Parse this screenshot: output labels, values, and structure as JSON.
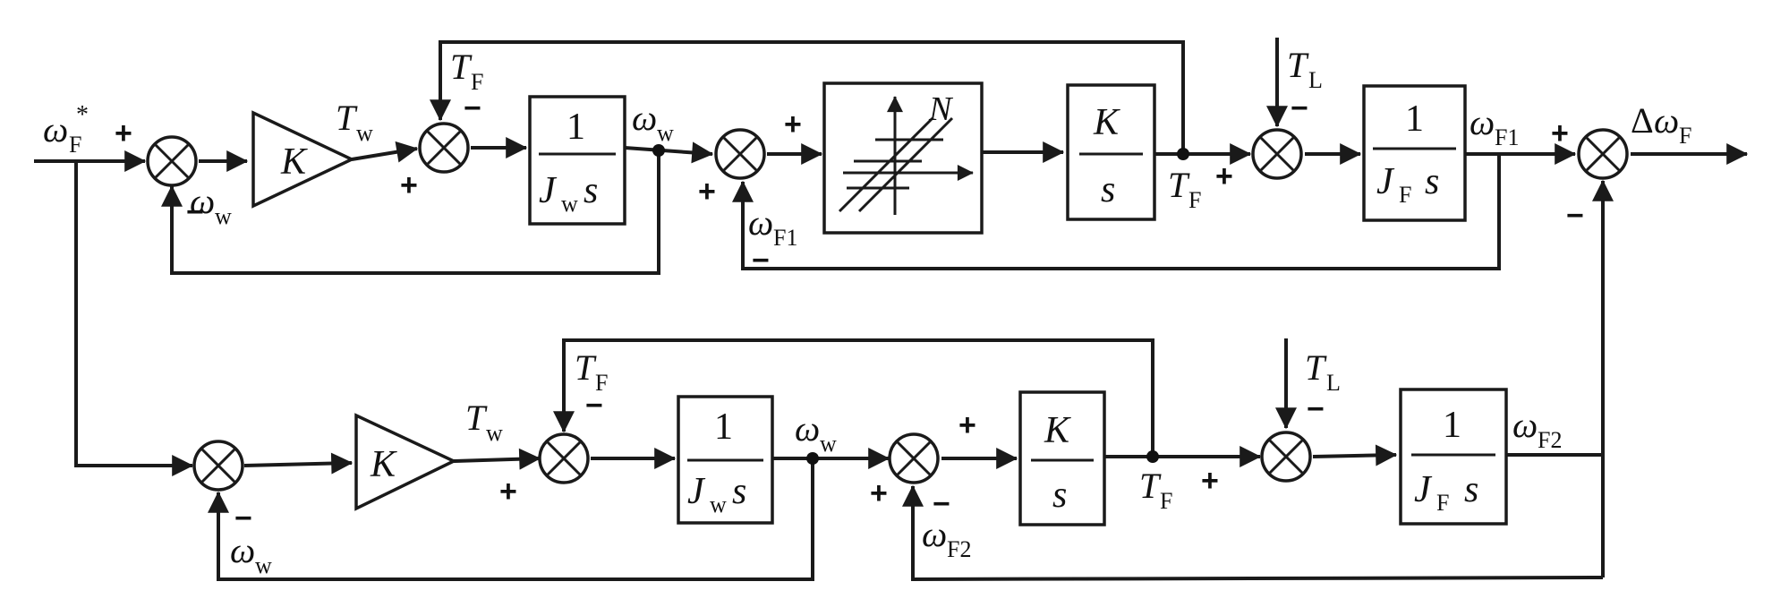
{
  "signs": {
    "plus": "+",
    "minus": "−"
  },
  "labels": {
    "omega": "ω",
    "star": "*",
    "delta": "Δ",
    "T": "T",
    "J": "J",
    "K": "K",
    "s": "s",
    "N": "N",
    "one": "1",
    "sub_F": "F",
    "sub_w": "w",
    "sub_L": "L",
    "sub_F1": "F1",
    "sub_F2": "F2"
  },
  "blocks": {
    "gain": {
      "symbol": "K"
    },
    "integrator_w": {
      "numerator": "1",
      "denominator": "J",
      "den_sub": "w",
      "den_var": "s"
    },
    "integrator_F": {
      "numerator": "1",
      "denominator": "J",
      "den_sub": "F",
      "den_var": "s"
    },
    "stiffness": {
      "numerator": "K",
      "denominator": "s"
    },
    "backlash": {
      "symbol": "N"
    }
  },
  "icons": {
    "summing_junction": "circle-cross-icon",
    "gain": "triangle-gain-icon",
    "backlash": "backlash-nonlinearity-icon",
    "pickoff": "filled-dot-icon",
    "arrow": "arrowhead-icon"
  }
}
